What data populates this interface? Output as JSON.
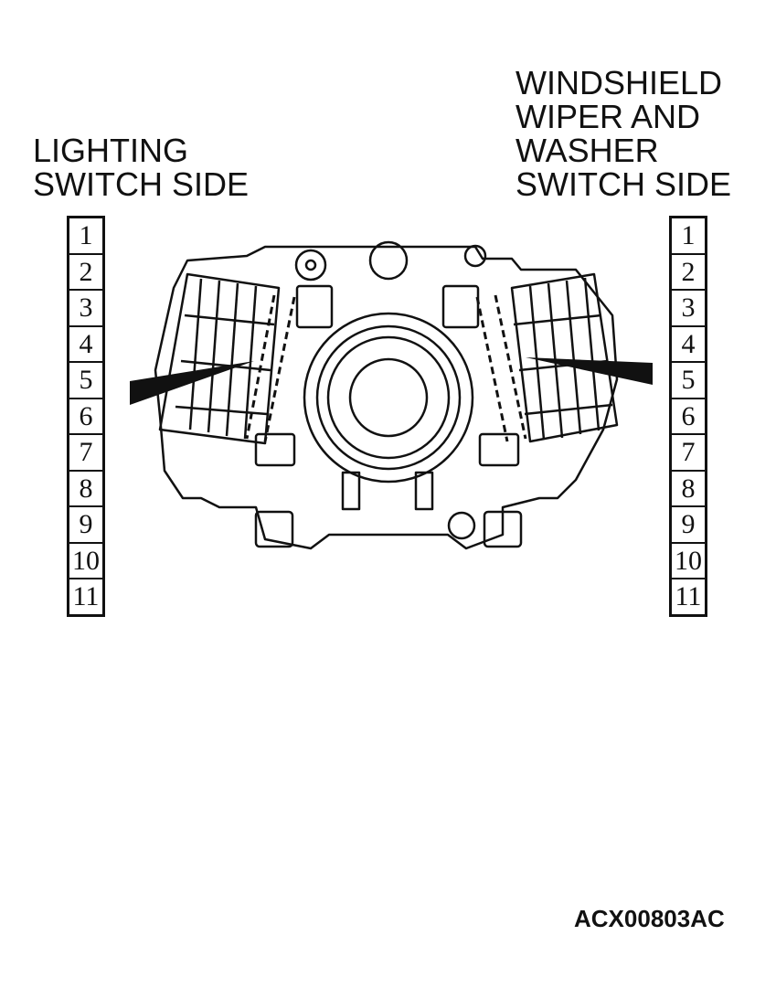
{
  "labels": {
    "left_line1": "LIGHTING",
    "left_line2": "SWITCH SIDE",
    "right_line1": "WINDSHIELD",
    "right_line2": "WIPER AND",
    "right_line3": "WASHER",
    "right_line4": "SWITCH SIDE"
  },
  "left_pins": [
    "1",
    "2",
    "3",
    "4",
    "5",
    "6",
    "7",
    "8",
    "9",
    "10",
    "11"
  ],
  "right_pins": [
    "1",
    "2",
    "3",
    "4",
    "5",
    "6",
    "7",
    "8",
    "9",
    "10",
    "11"
  ],
  "figure_code": "ACX00803AC"
}
